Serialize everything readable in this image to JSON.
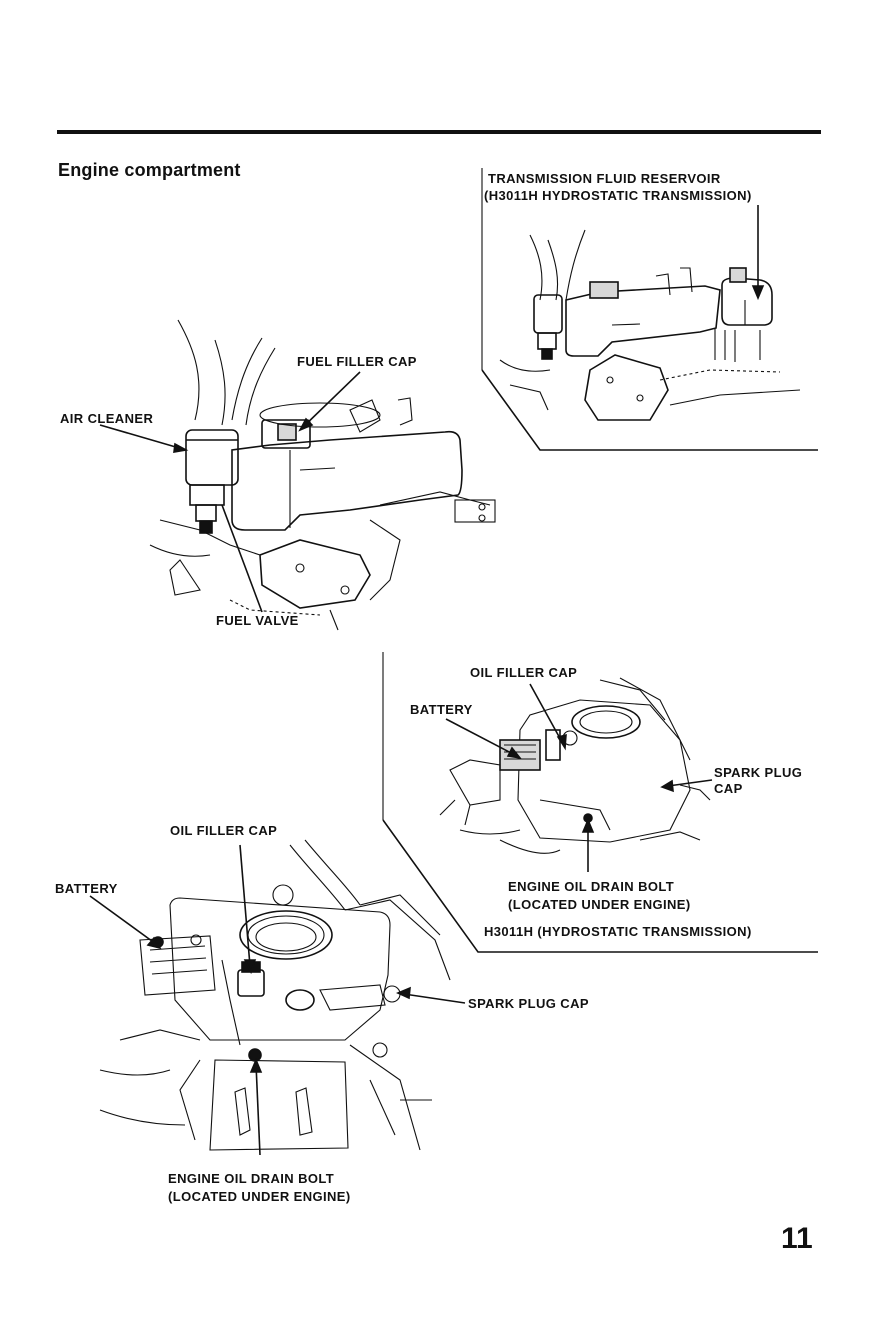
{
  "page": {
    "section_title": "Engine compartment",
    "page_number": "11"
  },
  "figure_top_left": {
    "labels": {
      "fuel_filler_cap": "FUEL FILLER CAP",
      "air_cleaner": "AIR CLEANER",
      "fuel_valve": "FUEL VALVE"
    }
  },
  "figure_top_right": {
    "labels": {
      "reservoir_line1": "TRANSMISSION FLUID RESERVOIR",
      "reservoir_line2": "(H3011H HYDROSTATIC TRANSMISSION)"
    }
  },
  "figure_bottom_right": {
    "labels": {
      "oil_filler_cap": "OIL FILLER CAP",
      "battery": "BATTERY",
      "spark_plug_cap_line1": "SPARK PLUG",
      "spark_plug_cap_line2": "CAP",
      "drain_bolt_line1": "ENGINE OIL DRAIN BOLT",
      "drain_bolt_line2": "(LOCATED UNDER ENGINE)",
      "model_note": "H3011H (HYDROSTATIC TRANSMISSION)"
    }
  },
  "figure_bottom_left": {
    "labels": {
      "oil_filler_cap": "OIL FILLER CAP",
      "battery": "BATTERY",
      "spark_plug_cap": "SPARK PLUG CAP",
      "drain_bolt_line1": "ENGINE OIL DRAIN BOLT",
      "drain_bolt_line2": "(LOCATED UNDER ENGINE)"
    }
  }
}
